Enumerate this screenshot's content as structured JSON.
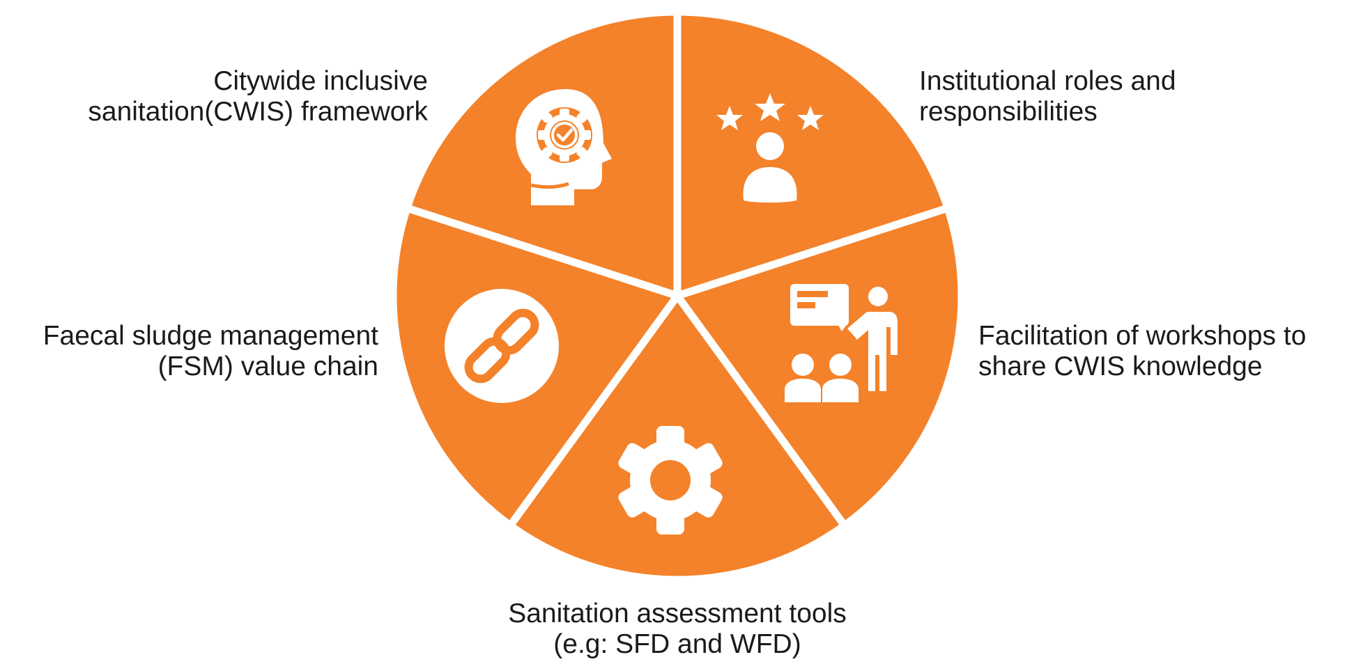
{
  "colors": {
    "segment_fill": "#f4822a",
    "separator": "#ffffff",
    "icon": "#ffffff",
    "text": "#1a1a1a"
  },
  "segments": [
    {
      "id": "cwis-framework",
      "icon": "head-gear-icon",
      "label_lines": [
        "Citywide inclusive",
        "sanitation(CWIS) framework"
      ]
    },
    {
      "id": "institutional-roles",
      "icon": "person-stars-icon",
      "label_lines": [
        "Institutional roles and",
        "responsibilities"
      ]
    },
    {
      "id": "workshops",
      "icon": "presentation-icon",
      "label_lines": [
        "Facilitation of workshops to",
        "share CWIS knowledge"
      ]
    },
    {
      "id": "assessment-tools",
      "icon": "gear-icon",
      "label_lines": [
        "Sanitation assessment tools",
        "(e.g: SFD and WFD)"
      ]
    },
    {
      "id": "fsm-value-chain",
      "icon": "chain-link-icon",
      "label_lines": [
        "Faecal sludge management",
        "(FSM) value chain"
      ]
    }
  ]
}
